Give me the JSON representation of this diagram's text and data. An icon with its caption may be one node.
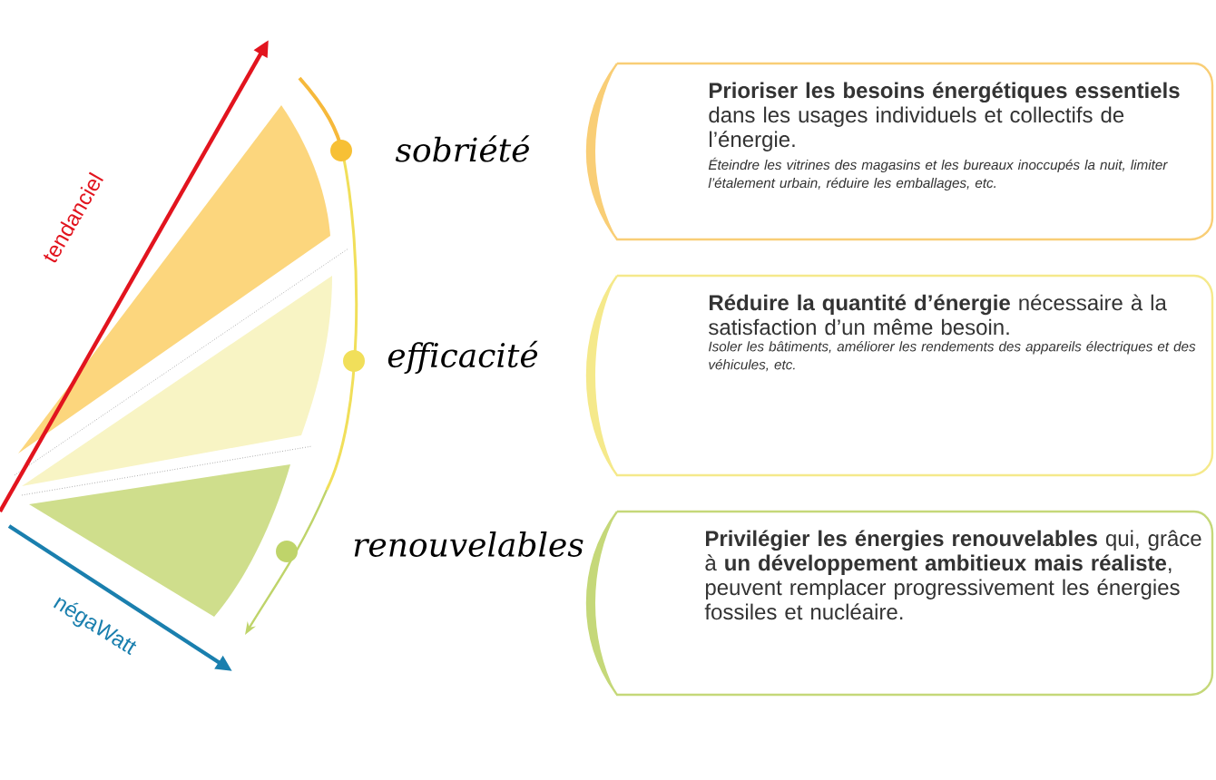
{
  "diagram": {
    "nodes": [
      {
        "text": [
          "sobriété",
          "**Prioriser les besoins énergétiques essentiels** dans les usages individuels et collectifs de l’énergie.",
          "Éteindre les vitrines des magasins et les bureaux inoccupés la nuit, limiter l’étalement urbain, réduire les emballages, etc."
        ]
      },
      {
        "text": [
          "efficacité",
          "**Réduire la quantité d’énergie** nécessaire à la satisfaction d’un même besoin.",
          "Isoler les bâtiments, améliorer les rendements des appareils électriques et des véhicules, etc."
        ]
      },
      {
        "text": [
          "renouvelables",
          "**Privilégier les énergies renouvelables** qui, grâce à **un développement ambitieux mais réaliste**, peuvent remplacer progressivement les énergies fossiles et nucléaire."
        ]
      }
    ],
    "labels": [
      "tendanciel",
      "négaWatt"
    ]
  }
}
